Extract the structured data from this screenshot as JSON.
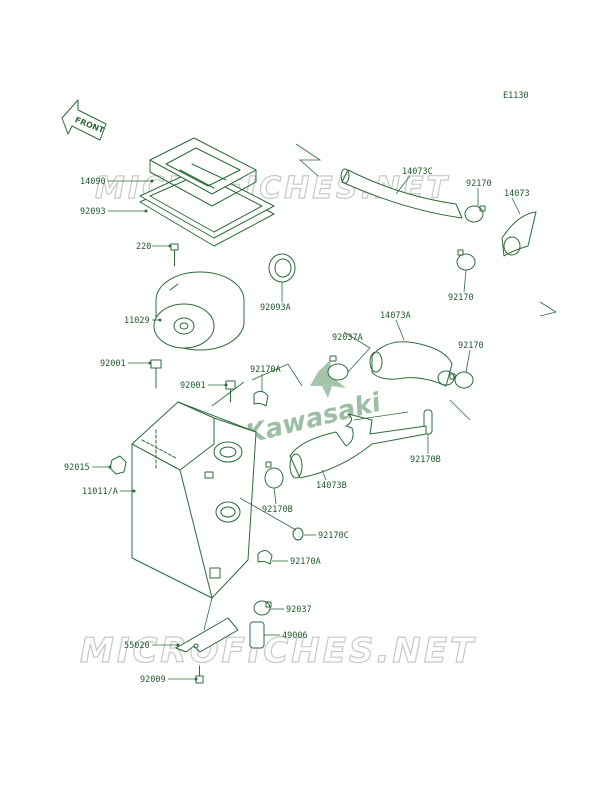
{
  "figure_code": "E1130",
  "front_label": "FRONT",
  "watermarks": {
    "site": "MICROFICHES.NET",
    "brand": "Kawasaki"
  },
  "part_labels": {
    "p14090": "14090",
    "p92093": "92093",
    "p220": "220",
    "p11029": "11029",
    "p92093A": "92093A",
    "p92001_left": "92001",
    "p92001_mid": "92001",
    "p92015": "92015",
    "p11011A": "11011/A",
    "p55020": "55020",
    "p92009": "92009",
    "p14073C": "14073C",
    "p92170_top": "92170",
    "p14073": "14073",
    "p92170_b": "92170",
    "p92037A": "92037A",
    "p14073A": "14073A",
    "p92170_right": "92170",
    "p92170A_top": "92170A",
    "p92170B_right": "92170B",
    "p14073B": "14073B",
    "p92170B_low": "92170B",
    "p92170C": "92170C",
    "p92170A_low": "92170A",
    "p92037": "92037",
    "p49006": "49006"
  },
  "colors": {
    "line": "#2d6b3a",
    "label": "#1f5a2c",
    "watermark": "#c8c8c8",
    "background": "#ffffff"
  }
}
